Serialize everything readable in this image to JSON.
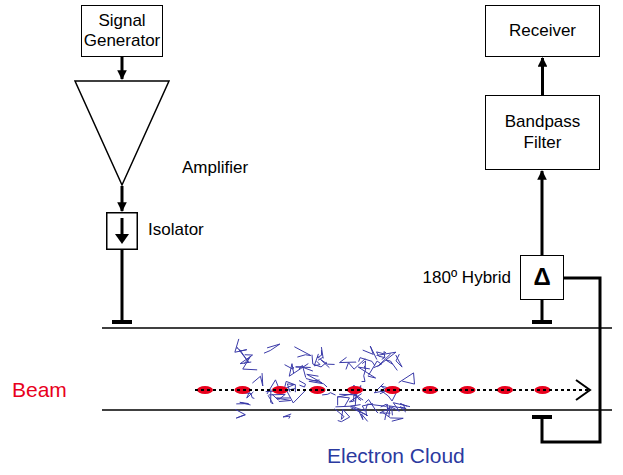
{
  "diagram": {
    "nodes": [
      {
        "text": [
          "Signal Generator"
        ]
      },
      {
        "text": [
          "Amplifier"
        ]
      },
      {
        "text": [
          "Isolator"
        ]
      },
      {
        "text": [
          "Receiver"
        ]
      },
      {
        "text": [
          "Bandpass Filter"
        ]
      },
      {
        "text": [
          "180º Hybrid",
          "Δ"
        ]
      }
    ],
    "edges": [
      {
        "from": 0,
        "to": 1,
        "arrow": "to"
      },
      {
        "from": 1,
        "to": 2,
        "arrow": "to"
      },
      {
        "from": 5,
        "to": 4,
        "arrow": "to"
      },
      {
        "from": 4,
        "to": 3,
        "arrow": "to"
      }
    ],
    "labels": [
      "Beam",
      "Electron Cloud"
    ]
  }
}
